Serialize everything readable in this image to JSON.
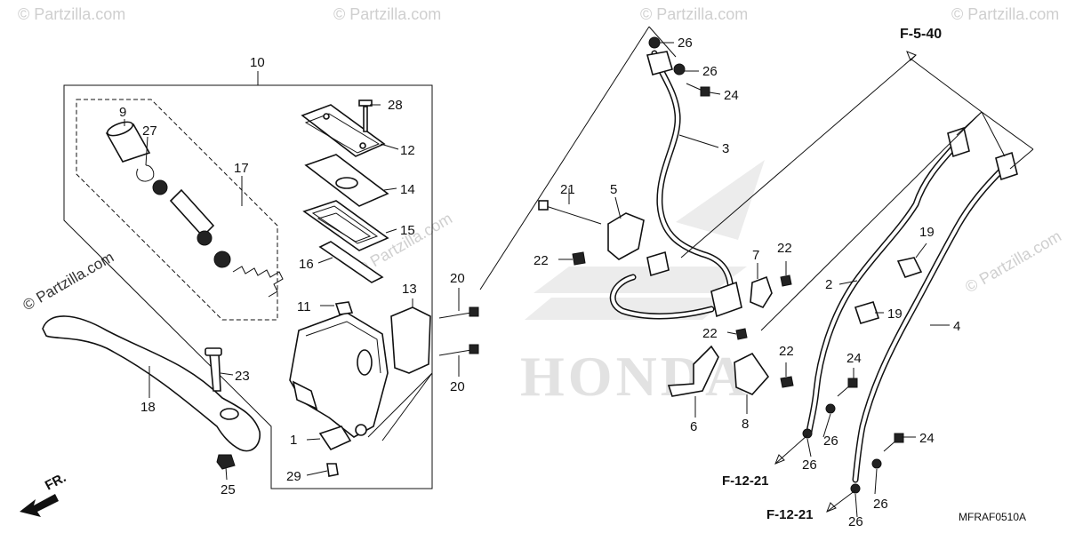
{
  "watermark": "© Partzilla.com",
  "brand_mark": "HONDA",
  "diagram_code": "MFRAF0510A",
  "direction_label": "FR.",
  "references": {
    "top_right": "F-5-40",
    "bottom_1": "F-12-21",
    "bottom_2": "F-12-21"
  },
  "callouts": {
    "c1": "1",
    "c2": "2",
    "c3": "3",
    "c4": "4",
    "c5": "5",
    "c6": "6",
    "c7": "7",
    "c8": "8",
    "c9": "9",
    "c10": "10",
    "c11": "11",
    "c12": "12",
    "c13": "13",
    "c14": "14",
    "c15": "15",
    "c16": "16",
    "c17": "17",
    "c18": "18",
    "c19a": "19",
    "c19b": "19",
    "c20a": "20",
    "c20b": "20",
    "c21": "21",
    "c22a": "22",
    "c22b": "22",
    "c22c": "22",
    "c22d": "22",
    "c23": "23",
    "c24a": "24",
    "c24b": "24",
    "c24c": "24",
    "c25": "25",
    "c26a": "26",
    "c26b": "26",
    "c26c": "26",
    "c26d": "26",
    "c26e": "26",
    "c26f": "26",
    "c27": "27",
    "c28": "28",
    "c29": "29"
  }
}
